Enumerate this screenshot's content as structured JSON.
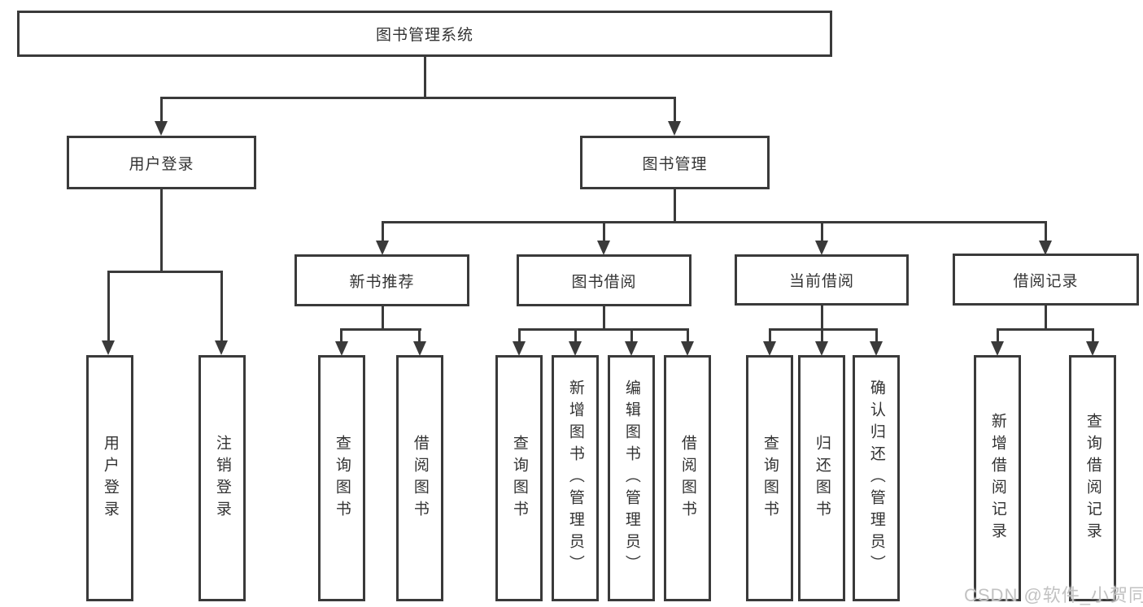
{
  "diagram": {
    "root": {
      "label": "图书管理系统"
    },
    "level2": [
      {
        "label": "用户登录"
      },
      {
        "label": "图书管理"
      }
    ],
    "level3": [
      {
        "label": "新书推荐"
      },
      {
        "label": "图书借阅"
      },
      {
        "label": "当前借阅"
      },
      {
        "label": "借阅记录"
      }
    ],
    "leaves": {
      "user_login": [
        {
          "label": "用户登录"
        },
        {
          "label": "注销登录"
        }
      ],
      "new_books": [
        {
          "label": "查询图书"
        },
        {
          "label": "借阅图书"
        }
      ],
      "book_borrow": [
        {
          "label": "查询图书"
        },
        {
          "label": "新增图书（管理员）"
        },
        {
          "label": "编辑图书（管理员）"
        },
        {
          "label": "借阅图书"
        }
      ],
      "current_borrow": [
        {
          "label": "查询图书"
        },
        {
          "label": "归还图书"
        },
        {
          "label": "确认归还（管理员）"
        }
      ],
      "borrow_records": [
        {
          "label": "新增借阅记录"
        },
        {
          "label": "查询借阅记录"
        }
      ]
    }
  },
  "watermark": {
    "text": "CSDN @软件_小贺同学"
  },
  "colors": {
    "line": "#3a3a3a",
    "text": "#333333",
    "watermark": "#c2c2c2",
    "background": "#ffffff"
  }
}
